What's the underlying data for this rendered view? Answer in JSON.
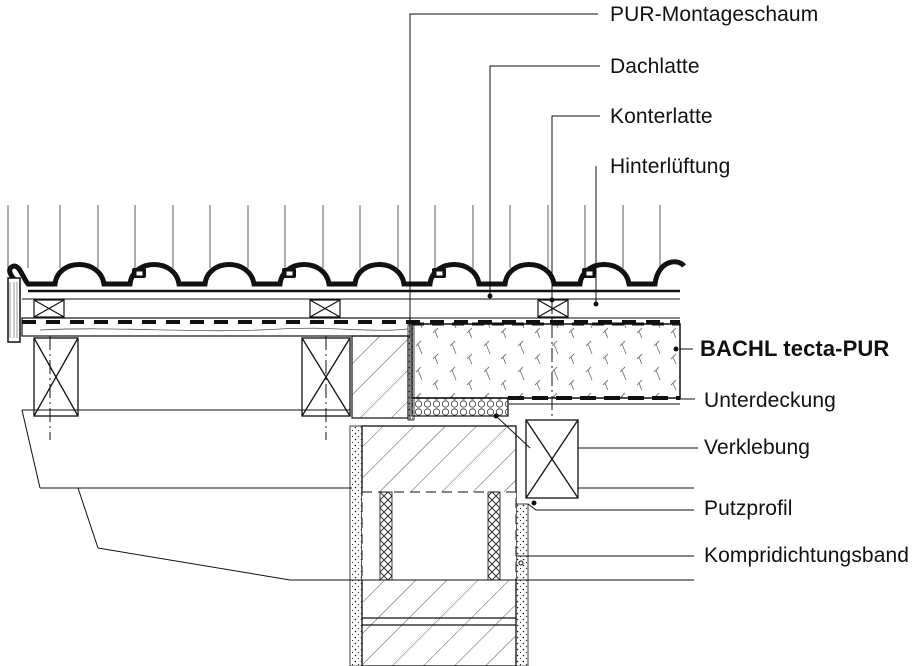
{
  "diagram": {
    "labels": {
      "pur_montageschaum": "PUR-Montageschaum",
      "dachlatte": "Dachlatte",
      "konterlatte": "Konterlatte",
      "hinterlueftung": "Hinterlüftung",
      "product": "BACHL tecta-PUR",
      "unterdeckung": "Unterdeckung",
      "verklebung": "Verklebung",
      "putzprofil": "Putzprofil",
      "kompridichtungsband": "Kompridichtungsband"
    }
  }
}
